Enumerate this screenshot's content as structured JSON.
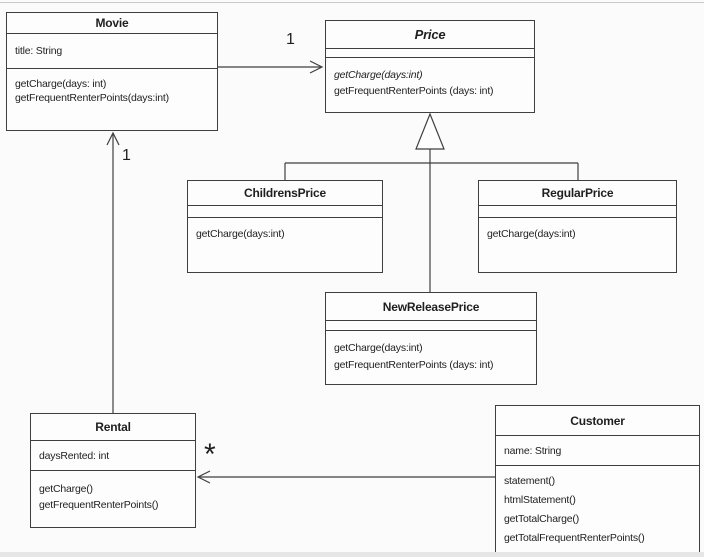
{
  "diagram": {
    "type": "uml-class-diagram",
    "classes": {
      "movie": {
        "name": "Movie",
        "attributes": [
          "title: String"
        ],
        "methods": [
          "getCharge(days: int)",
          "getFrequentRenterPoints(days:int)"
        ]
      },
      "price": {
        "name": "Price",
        "abstract": true,
        "attributes": [],
        "methods": [
          "getCharge(days:int)",
          "getFrequentRenterPoints (days: int)"
        ]
      },
      "childrens_price": {
        "name": "ChildrensPrice",
        "attributes": [],
        "methods": [
          "getCharge(days:int)"
        ]
      },
      "regular_price": {
        "name": "RegularPrice",
        "attributes": [],
        "methods": [
          "getCharge(days:int)"
        ]
      },
      "new_release_price": {
        "name": "NewReleasePrice",
        "attributes": [],
        "methods": [
          "getCharge(days:int)",
          "getFrequentRenterPoints (days: int)"
        ]
      },
      "rental": {
        "name": "Rental",
        "attributes": [
          "daysRented: int"
        ],
        "methods": [
          "getCharge()",
          "getFrequentRenterPoints()"
        ]
      },
      "customer": {
        "name": "Customer",
        "attributes": [
          "name: String"
        ],
        "methods": [
          "statement()",
          "htmlStatement()",
          "getTotalCharge()",
          "getTotalFrequentRenterPoints()"
        ]
      }
    },
    "relationships": {
      "movie_to_price": {
        "type": "association",
        "from": "Movie",
        "to": "Price",
        "multiplicity": "1"
      },
      "rental_to_movie": {
        "type": "association",
        "from": "Rental",
        "to": "Movie",
        "multiplicity": "1"
      },
      "customer_to_rental": {
        "type": "association",
        "from": "Customer",
        "to": "Rental",
        "multiplicity": "*"
      },
      "price_generalization": {
        "type": "generalization",
        "parent": "Price",
        "children": [
          "ChildrensPrice",
          "RegularPrice",
          "NewReleasePrice"
        ]
      }
    },
    "colors": {
      "line": "#3f3f3f",
      "text": "#1f1f1f",
      "box_fill": "#fdfdfd",
      "background": "#fbfbfb"
    }
  }
}
